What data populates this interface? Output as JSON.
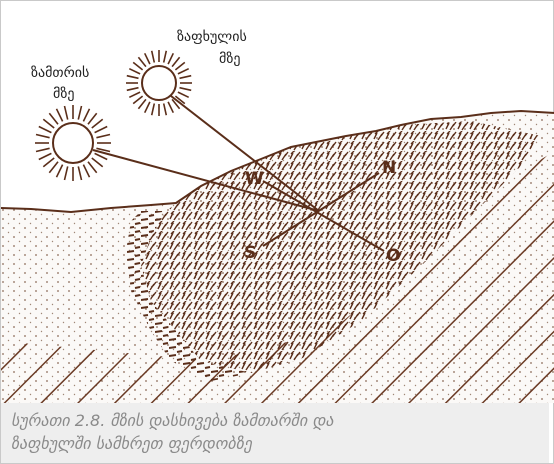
{
  "labels": {
    "winter_sun": [
      "ზამთრის",
      "მზე"
    ],
    "summer_sun": [
      "ზაფხულის",
      "მზე"
    ]
  },
  "directions": {
    "north": "N",
    "south": "S",
    "west": "W",
    "east": "O"
  },
  "caption": {
    "line1": "სურათი 2.8. მზის დასხივება ზამთარში და",
    "line2": "ზაფხულში სამხრეთ ფერდობზე"
  },
  "colors": {
    "soil": "#5a2e1a",
    "caption_bg": "#eeeeee",
    "caption_text": "#8a8a8a"
  }
}
